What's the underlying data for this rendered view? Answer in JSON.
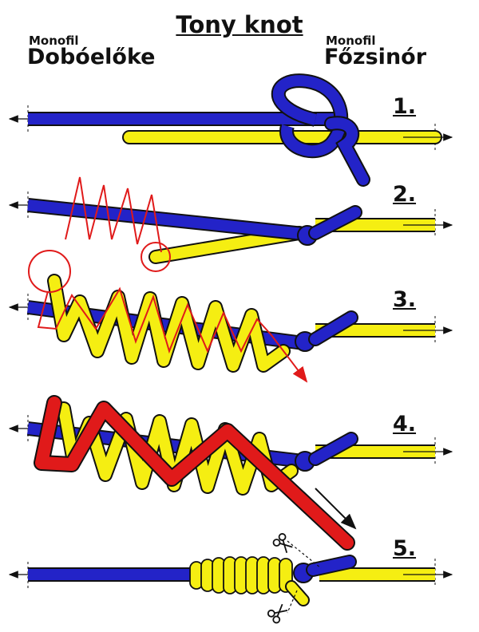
{
  "title": "Tony knot",
  "left_line": {
    "kind": "Monofil",
    "name": "Dobóelőke"
  },
  "right_line": {
    "kind": "Monofil",
    "name": "Főzsinór"
  },
  "steps": [
    "1.",
    "2.",
    "3.",
    "4.",
    "5."
  ],
  "colors": {
    "leader": "#2323c8",
    "main": "#f5ee12",
    "guide": "#e01a1a",
    "outline": "#111111"
  },
  "icons": [
    "scissors-icon",
    "scissors-icon"
  ]
}
